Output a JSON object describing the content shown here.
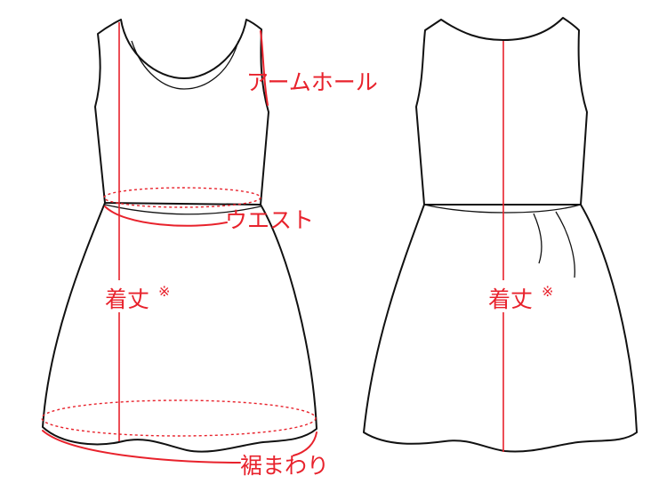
{
  "labels": {
    "armhole": "アームホール",
    "waist": "ウエスト",
    "length_front": "着丈",
    "length_back": "着丈",
    "note_mark": "※",
    "hem": "裾まわり"
  },
  "colors": {
    "outline": "#111111",
    "measure": "#e8222c",
    "background": "#ffffff"
  }
}
